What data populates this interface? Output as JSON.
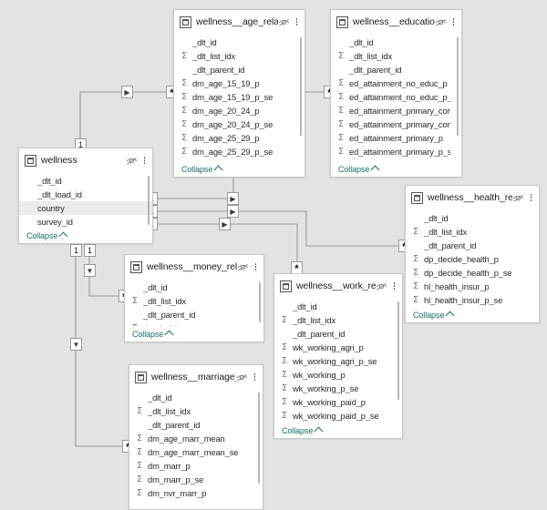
{
  "canvas": {
    "background": "#e3e3e3",
    "card_background": "#ffffff",
    "border_color": "#c8c8c8",
    "link_color": "#9a9a9a",
    "collapse_color": "#1a6b6b",
    "selected_row_color": "#ececec"
  },
  "icons": {
    "table": "table-icon",
    "eye": "hide-eye-icon",
    "menu": "kebab-menu-icon",
    "numeric": "sigma-icon",
    "collapse_chevron": "chevron-up-icon",
    "relationship_arrow_right": "arrow-right-icon",
    "relationship_arrow_down": "arrow-down-icon"
  },
  "labels": {
    "collapse": "Collapse",
    "sigma": "Σ",
    "one": "1",
    "many": "*",
    "arrow_right": "▶",
    "arrow_down": "▼"
  },
  "tables": [
    {
      "id": "wellness_age_related",
      "title": "wellness__age_related",
      "collapse": "Collapse",
      "fields": [
        {
          "name": "_dlt_id",
          "numeric": false
        },
        {
          "name": "_dlt_list_idx",
          "numeric": true
        },
        {
          "name": "_dlt_parent_id",
          "numeric": false
        },
        {
          "name": "dm_age_15_19_p",
          "numeric": true
        },
        {
          "name": "dm_age_15_19_p_se",
          "numeric": true
        },
        {
          "name": "dm_age_20_24_p",
          "numeric": true
        },
        {
          "name": "dm_age_20_24_p_se",
          "numeric": true
        },
        {
          "name": "dm_age_25_29_p",
          "numeric": true
        },
        {
          "name": "dm_age_25_29_p_se",
          "numeric": true
        }
      ]
    },
    {
      "id": "wellness_education_related",
      "title": "wellness__education_...",
      "collapse": "Collapse",
      "fields": [
        {
          "name": "_dlt_id",
          "numeric": false
        },
        {
          "name": "_dlt_list_idx",
          "numeric": true
        },
        {
          "name": "_dlt_parent_id",
          "numeric": false
        },
        {
          "name": "ed_attainment_no_educ_p",
          "numeric": true
        },
        {
          "name": "ed_attainment_no_educ_p_se",
          "numeric": true
        },
        {
          "name": "ed_attainment_primary_comple...",
          "numeric": true
        },
        {
          "name": "ed_attainment_primary_comple...",
          "numeric": true
        },
        {
          "name": "ed_attainment_primary_p",
          "numeric": true
        },
        {
          "name": "ed_attainment_primary_p_se",
          "numeric": true
        }
      ]
    },
    {
      "id": "wellness",
      "title": "wellness",
      "collapse": "Collapse",
      "fields": [
        {
          "name": "_dlt_id",
          "numeric": false
        },
        {
          "name": "_dlt_load_id",
          "numeric": false
        },
        {
          "name": "country",
          "numeric": false,
          "selected": true
        },
        {
          "name": "survey_id",
          "numeric": false
        }
      ]
    },
    {
      "id": "wellness_health_related",
      "title": "wellness__health_relat...",
      "collapse": "Collapse",
      "fields": [
        {
          "name": "_dlt_id",
          "numeric": false
        },
        {
          "name": "_dlt_list_idx",
          "numeric": true
        },
        {
          "name": "_dlt_parent_id",
          "numeric": false
        },
        {
          "name": "dp_decide_health_p",
          "numeric": true
        },
        {
          "name": "dp_decide_health_p_se",
          "numeric": true
        },
        {
          "name": "hl_health_insur_p",
          "numeric": true
        },
        {
          "name": "hl_health_insur_p_se",
          "numeric": true
        }
      ]
    },
    {
      "id": "wellness_money_related",
      "title": "wellness__money_rela...",
      "collapse": "Collapse",
      "fields": [
        {
          "name": "_dlt_id",
          "numeric": false
        },
        {
          "name": "_dlt_list_idx",
          "numeric": true
        },
        {
          "name": "_dlt_parent_id",
          "numeric": false
        },
        {
          "name": "dp_decide_money_p",
          "numeric": true
        }
      ]
    },
    {
      "id": "wellness_work_related",
      "title": "wellness__work_related",
      "collapse": "Collapse",
      "fields": [
        {
          "name": "_dlt_id",
          "numeric": false
        },
        {
          "name": "_dlt_list_idx",
          "numeric": true
        },
        {
          "name": "_dlt_parent_id",
          "numeric": false
        },
        {
          "name": "wk_working_agri_p",
          "numeric": true
        },
        {
          "name": "wk_working_agri_p_se",
          "numeric": true
        },
        {
          "name": "wk_working_p",
          "numeric": true
        },
        {
          "name": "wk_working_p_se",
          "numeric": true
        },
        {
          "name": "wk_working_paid_p",
          "numeric": true
        },
        {
          "name": "wk_working_paid_p_se",
          "numeric": true
        }
      ]
    },
    {
      "id": "wellness_marriage_related",
      "title": "wellness__marriage_r...",
      "collapse": "Collapse",
      "fields": [
        {
          "name": "_dlt_id",
          "numeric": false
        },
        {
          "name": "_dlt_list_idx",
          "numeric": true
        },
        {
          "name": "_dlt_parent_id",
          "numeric": false
        },
        {
          "name": "dm_age_marr_mean",
          "numeric": true
        },
        {
          "name": "dm_age_marr_mean_se",
          "numeric": true
        },
        {
          "name": "dm_marr_p",
          "numeric": true
        },
        {
          "name": "dm_marr_p_se",
          "numeric": true
        },
        {
          "name": "dm_nvr_marr_p",
          "numeric": true
        }
      ]
    }
  ],
  "relationships": [
    {
      "from": "wellness",
      "to": "wellness_age_related",
      "from_cardinality": "1",
      "to_cardinality": "*"
    },
    {
      "from": "wellness",
      "to": "wellness_education_related",
      "from_cardinality": "1",
      "to_cardinality": "*"
    },
    {
      "from": "wellness",
      "to": "wellness_health_related",
      "from_cardinality": "1",
      "to_cardinality": "*"
    },
    {
      "from": "wellness",
      "to": "wellness_work_related",
      "from_cardinality": "1",
      "to_cardinality": "*"
    },
    {
      "from": "wellness",
      "to": "wellness_money_related",
      "from_cardinality": "1",
      "to_cardinality": "*"
    },
    {
      "from": "wellness",
      "to": "wellness_marriage_related",
      "from_cardinality": "1",
      "to_cardinality": "*"
    }
  ]
}
